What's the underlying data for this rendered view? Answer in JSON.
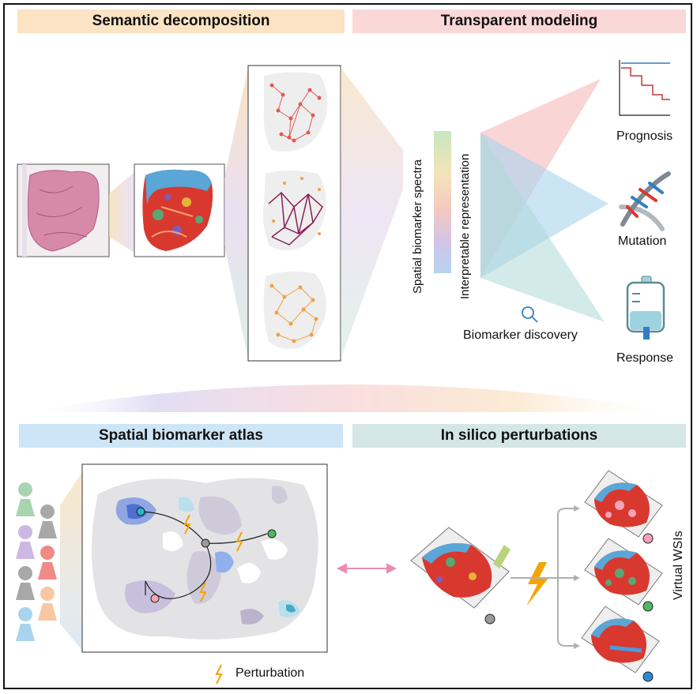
{
  "banners": {
    "semantic": "Semantic decomposition",
    "transparent": "Transparent modeling",
    "atlas": "Spatial biomarker atlas",
    "perturb": "In silico perturbations"
  },
  "labels": {
    "spectra": "Spatial biomarker spectra",
    "representation": "Interpretable representation",
    "discovery": "Biomarker discovery",
    "prognosis": "Prognosis",
    "mutation": "Mutation",
    "response": "Response",
    "virtual": "Virtual WSIs",
    "perturbation_legend": "Perturbation"
  },
  "colors": {
    "semantic_banner": "#fbe3c4",
    "transparent_banner": "#fbd6d6",
    "atlas_banner": "#cde5f6",
    "perturb_banner": "#d4e6e6",
    "tissue_red": "#d9382f",
    "tissue_blue": "#5aa6d6",
    "tissue_green": "#58a874",
    "arrow_pink": "#e98db2",
    "bolt": "#f5a300"
  }
}
